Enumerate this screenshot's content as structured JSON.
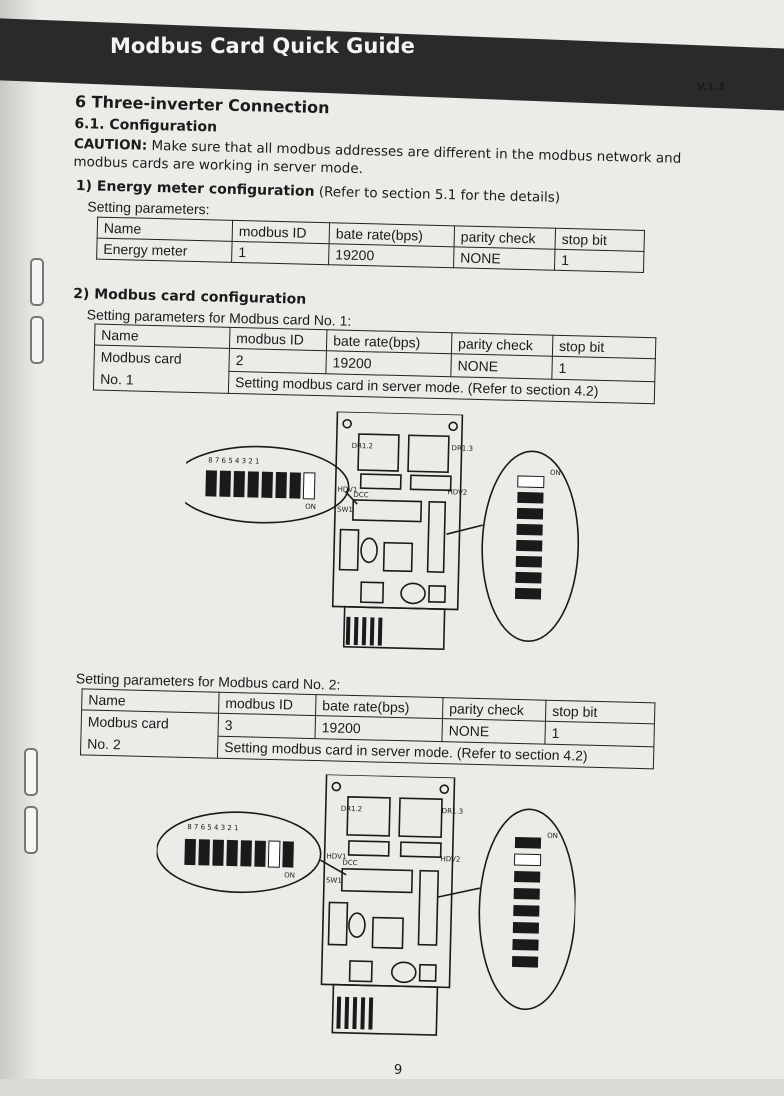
{
  "header": {
    "title": "Modbus Card Quick Guide",
    "version": "V.1.3"
  },
  "section": {
    "title": "6 Three-inverter Connection",
    "subsection": "6.1. Configuration",
    "caution_label": "CAUTION:",
    "caution_line1": " Make sure that all modbus addresses are different in the modbus network and",
    "caution_line2": "modbus cards are working in server mode."
  },
  "step1": {
    "number": "1)",
    "title": "Energy meter configuration",
    "note": " (Refer to section 5.1 for the details)",
    "caption": "Setting parameters:",
    "table": {
      "headers": [
        "Name",
        "modbus ID",
        "bate rate(bps)",
        "parity check",
        "stop bit"
      ],
      "row": [
        "Energy meter",
        "1",
        "19200",
        "NONE",
        "1"
      ]
    }
  },
  "step2": {
    "number": "2)",
    "title": "Modbus card configuration",
    "card1": {
      "caption": "Setting parameters for Modbus card No. 1:",
      "headers": [
        "Name",
        "modbus ID",
        "bate rate(bps)",
        "parity check",
        "stop bit"
      ],
      "name_line1": "Modbus card",
      "name_line2": "No. 1",
      "row": [
        "2",
        "19200",
        "NONE",
        "1"
      ],
      "note": "Setting modbus card in server mode. (Refer to section 4.2)"
    },
    "card2": {
      "caption": "Setting parameters for Modbus card No. 2:",
      "headers": [
        "Name",
        "modbus ID",
        "bate rate(bps)",
        "parity check",
        "stop bit"
      ],
      "name_line1": "Modbus card",
      "name_line2": "No. 2",
      "row": [
        "3",
        "19200",
        "NONE",
        "1"
      ],
      "note": "Setting modbus card in server mode. (Refer to section 4.2)"
    }
  },
  "diagram": {
    "dip_numbers": "8 7 6 5 4 3 2 1",
    "on_label": "ON",
    "labels": {
      "dr1": "DR1.2",
      "dr2": "DR1.3",
      "hdv1": "HDV1",
      "hdv2": "HDV2",
      "sw1": "SW1",
      "dcc": "DCC"
    }
  },
  "page_number": "9"
}
